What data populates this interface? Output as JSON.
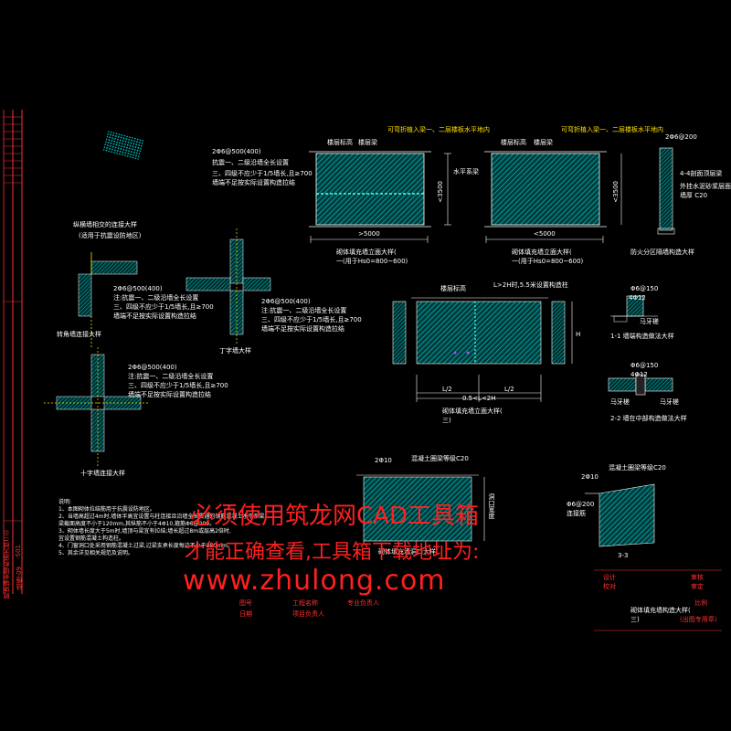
{
  "drawing": {
    "elevation_a": {
      "title": "砌体填充墙立面大样(",
      "subtitle": "一(用于Hs0=800~600)",
      "top_note": "可弯折植入梁一、二层楼板水平地内",
      "label_a": "楼层标高",
      "label_b": "楼层梁",
      "span": ">5000",
      "height": "<3500",
      "side_note": "水平系梁"
    },
    "elevation_b": {
      "title": "砌体填充墙立面大样(",
      "subtitle": "一(用于Hs0=800~600)",
      "top_note": "可弯折植入梁一、二层楼板水平地内",
      "label_a": "楼层标高",
      "label_b": "楼层梁",
      "span": "<5000",
      "height": "<3500"
    },
    "parapet": {
      "title": "防火分区隔墙构造大样",
      "note1": "4-4剖面顶层梁",
      "note2": "外挂水泥砂浆层面",
      "note3": "墙厚 C20",
      "dim": "2Φ6@200"
    },
    "elevation_c": {
      "title": "砌体填充墙立面大样(",
      "subtitle": "三)",
      "top_label": "楼层标高",
      "top_note": "L>2H时,5.5米设置构造柱",
      "dim_a": "L/2",
      "dim_b": "L/2",
      "dim_total": "0.5<L<2H",
      "height": "H"
    },
    "joint_1": {
      "title": "1-1  墙端构造做法大样",
      "spec_a": "Φ6@150",
      "spec_b": "4Φ12",
      "tag": "马牙槎"
    },
    "joint_2": {
      "title": "2-2  墙在中部构造做法大样",
      "spec_a": "Φ6@150",
      "spec_b": "4Φ12",
      "tag_a": "马牙槎",
      "tag_b": "马牙槎"
    },
    "details": {
      "longitudinal": "纵横墙相交的连接大样",
      "longitudinal_sub": "(适用于抗震设防地区)",
      "corner": "转角墙连接大样",
      "tee": "丁字墙大样",
      "cross": "十字墙连接大样",
      "spec_main": "2Φ6@500(400)",
      "spec_line1": "注:抗震一、二级沿墙全长设置",
      "spec_line2": "三、四级不应少于1/5墙长,且≥700",
      "spec_line3": "墙端不足按实际设置构造拉结",
      "spec_side": "抗震一、二级沿墙全长设置",
      "spec_side2": "三、四级不应少于1/5墙长,且≥700",
      "spec_side3": "墙端不足按实际设置构造拉结"
    },
    "lintel": {
      "title": "砌体填充墙洞口大样(",
      "bar": "2Φ10",
      "note": "混凝土圈梁等级C20",
      "side": "洞口宽度"
    },
    "section_3": {
      "title": "3-3",
      "bar": "2Φ10",
      "stirrup": "Φ6@200",
      "note": "混凝土圈梁等级C20",
      "label": "连接筋"
    },
    "notes": {
      "heading": "说明:",
      "lines": [
        "1、本图砌体拉结筋用于抗震设防地区。",
        "2、当墙高超过4m时,墙体半高宜设置与柱连接且沿墙全长贯通的钢筋混凝土水平系梁,",
        "   梁截面高度不小于120mm,其纵筋不小于4Φ10,箍筋Φ6@200。",
        "3、砌体墙长度大于5m时,墙顶与梁宜有拉结;墙长超过8m或层高2倍时,",
        "   宜设置钢筋混凝土构造柱。",
        "4、门窗洞口处采用钢筋混凝土过梁,过梁支承长度每边不小于250mm。",
        "5、其余详见相关规范及说明。"
      ]
    },
    "watermark": {
      "line1": "必须使用筑龙网CAD工具箱",
      "line2": "才能正确查看,工具箱下载地址为:",
      "line3": "www.zhulong.com"
    },
    "title_block": {
      "drawing_name": "砌体填充墙构造大样(",
      "drawing_name_2": "三)",
      "stamp": "(出图专用章)",
      "label_design": "设计",
      "label_check": "校对",
      "label_review": "审核",
      "label_approve": "审定",
      "label_project": "工程名称",
      "label_leader": "项目负责人",
      "label_pro": "专业负责人",
      "label_no": "图号",
      "label_date": "日期",
      "label_scale": "比例"
    },
    "left_strip": {
      "text_a": "砌体填充墙构造大样(三)",
      "text_b": "结施-09",
      "text_c": "-S01"
    },
    "colors": {
      "background": "#000000",
      "line": "#ffffff",
      "hatch": "#00c8c8",
      "annotation": "#ffe000",
      "watermark": "#ff2020",
      "border": "#ff3030"
    }
  }
}
